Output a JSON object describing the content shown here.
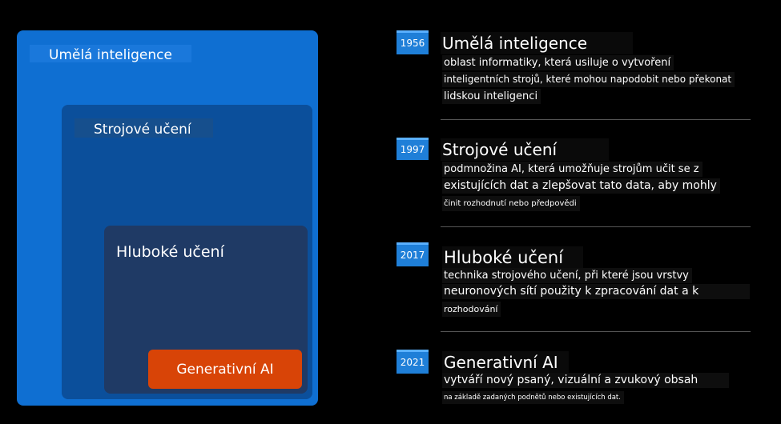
{
  "diagram": {
    "outer": {
      "ai": "Umělá inteligence",
      "ml": "Strojové učení",
      "dl": "Hluboké učení",
      "gen": "Generativní AI"
    }
  },
  "timeline": [
    {
      "year": "1956",
      "title": "Umělá inteligence",
      "lines": [
        "oblast informatiky, která usiluje o vytvoření",
        "inteligentních strojů, které mohou napodobit nebo překonat",
        "lidskou inteligenci"
      ]
    },
    {
      "year": "1997",
      "title": "Strojové učení",
      "lines": [
        "podmnožina AI, která umožňuje strojům učit se z",
        "existujících dat a zlepšovat tato data, aby mohly",
        "činit rozhodnutí nebo předpovědi"
      ]
    },
    {
      "year": "2017",
      "title": "Hluboké učení",
      "lines": [
        "technika strojového učení, při které jsou vrstvy",
        "neuronových sítí použity k zpracování dat a k",
        "rozhodování"
      ]
    },
    {
      "year": "2021",
      "title": "Generativní AI",
      "lines": [
        "vytváří nový psaný, vizuální a zvukový obsah",
        "na základě zadaných podnětů nebo existujících dat."
      ]
    }
  ]
}
